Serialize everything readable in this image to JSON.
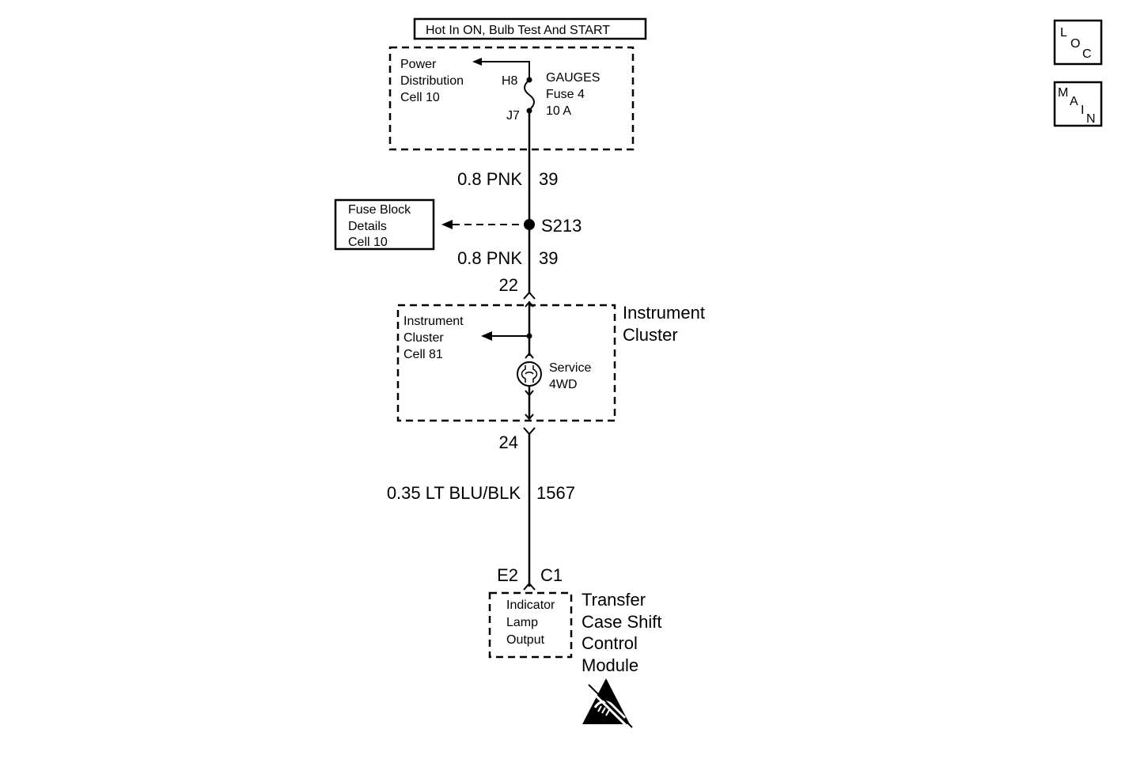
{
  "title_box": "Hot In ON, Bulb Test And START",
  "nav": {
    "loc": [
      "L",
      "O",
      "C"
    ],
    "main": [
      "M",
      "A",
      "I",
      "N"
    ]
  },
  "power_dist": {
    "ref": [
      "Power",
      "Distribution",
      "Cell 10"
    ],
    "pin_top": "H8",
    "pin_bottom": "J7",
    "fuse": [
      "GAUGES",
      "Fuse 4",
      "10 A"
    ]
  },
  "wire1": {
    "color": "0.8 PNK",
    "circuit": "39"
  },
  "splice": "S213",
  "fuse_block_ref": [
    "Fuse Block",
    "Details",
    "Cell 10"
  ],
  "wire2": {
    "color": "0.8 PNK",
    "circuit": "39"
  },
  "ic_pin_in": "22",
  "instrument_cluster": {
    "name": [
      "Instrument",
      "Cluster"
    ],
    "ref": [
      "Instrument",
      "Cluster",
      "Cell 81"
    ],
    "lamp": [
      "Service",
      "4WD"
    ]
  },
  "ic_pin_out": "24",
  "wire3": {
    "color": "0.35 LT BLU/BLK",
    "circuit": "1567"
  },
  "module_pins": {
    "left": "E2",
    "right": "C1"
  },
  "module": {
    "name": [
      "Transfer",
      "Case Shift",
      "Control",
      "Module"
    ],
    "circuit": [
      "Indicator",
      "Lamp",
      "Output"
    ]
  },
  "icons": {
    "esd": "esd-warning-icon",
    "lamp": "bulb-icon"
  }
}
